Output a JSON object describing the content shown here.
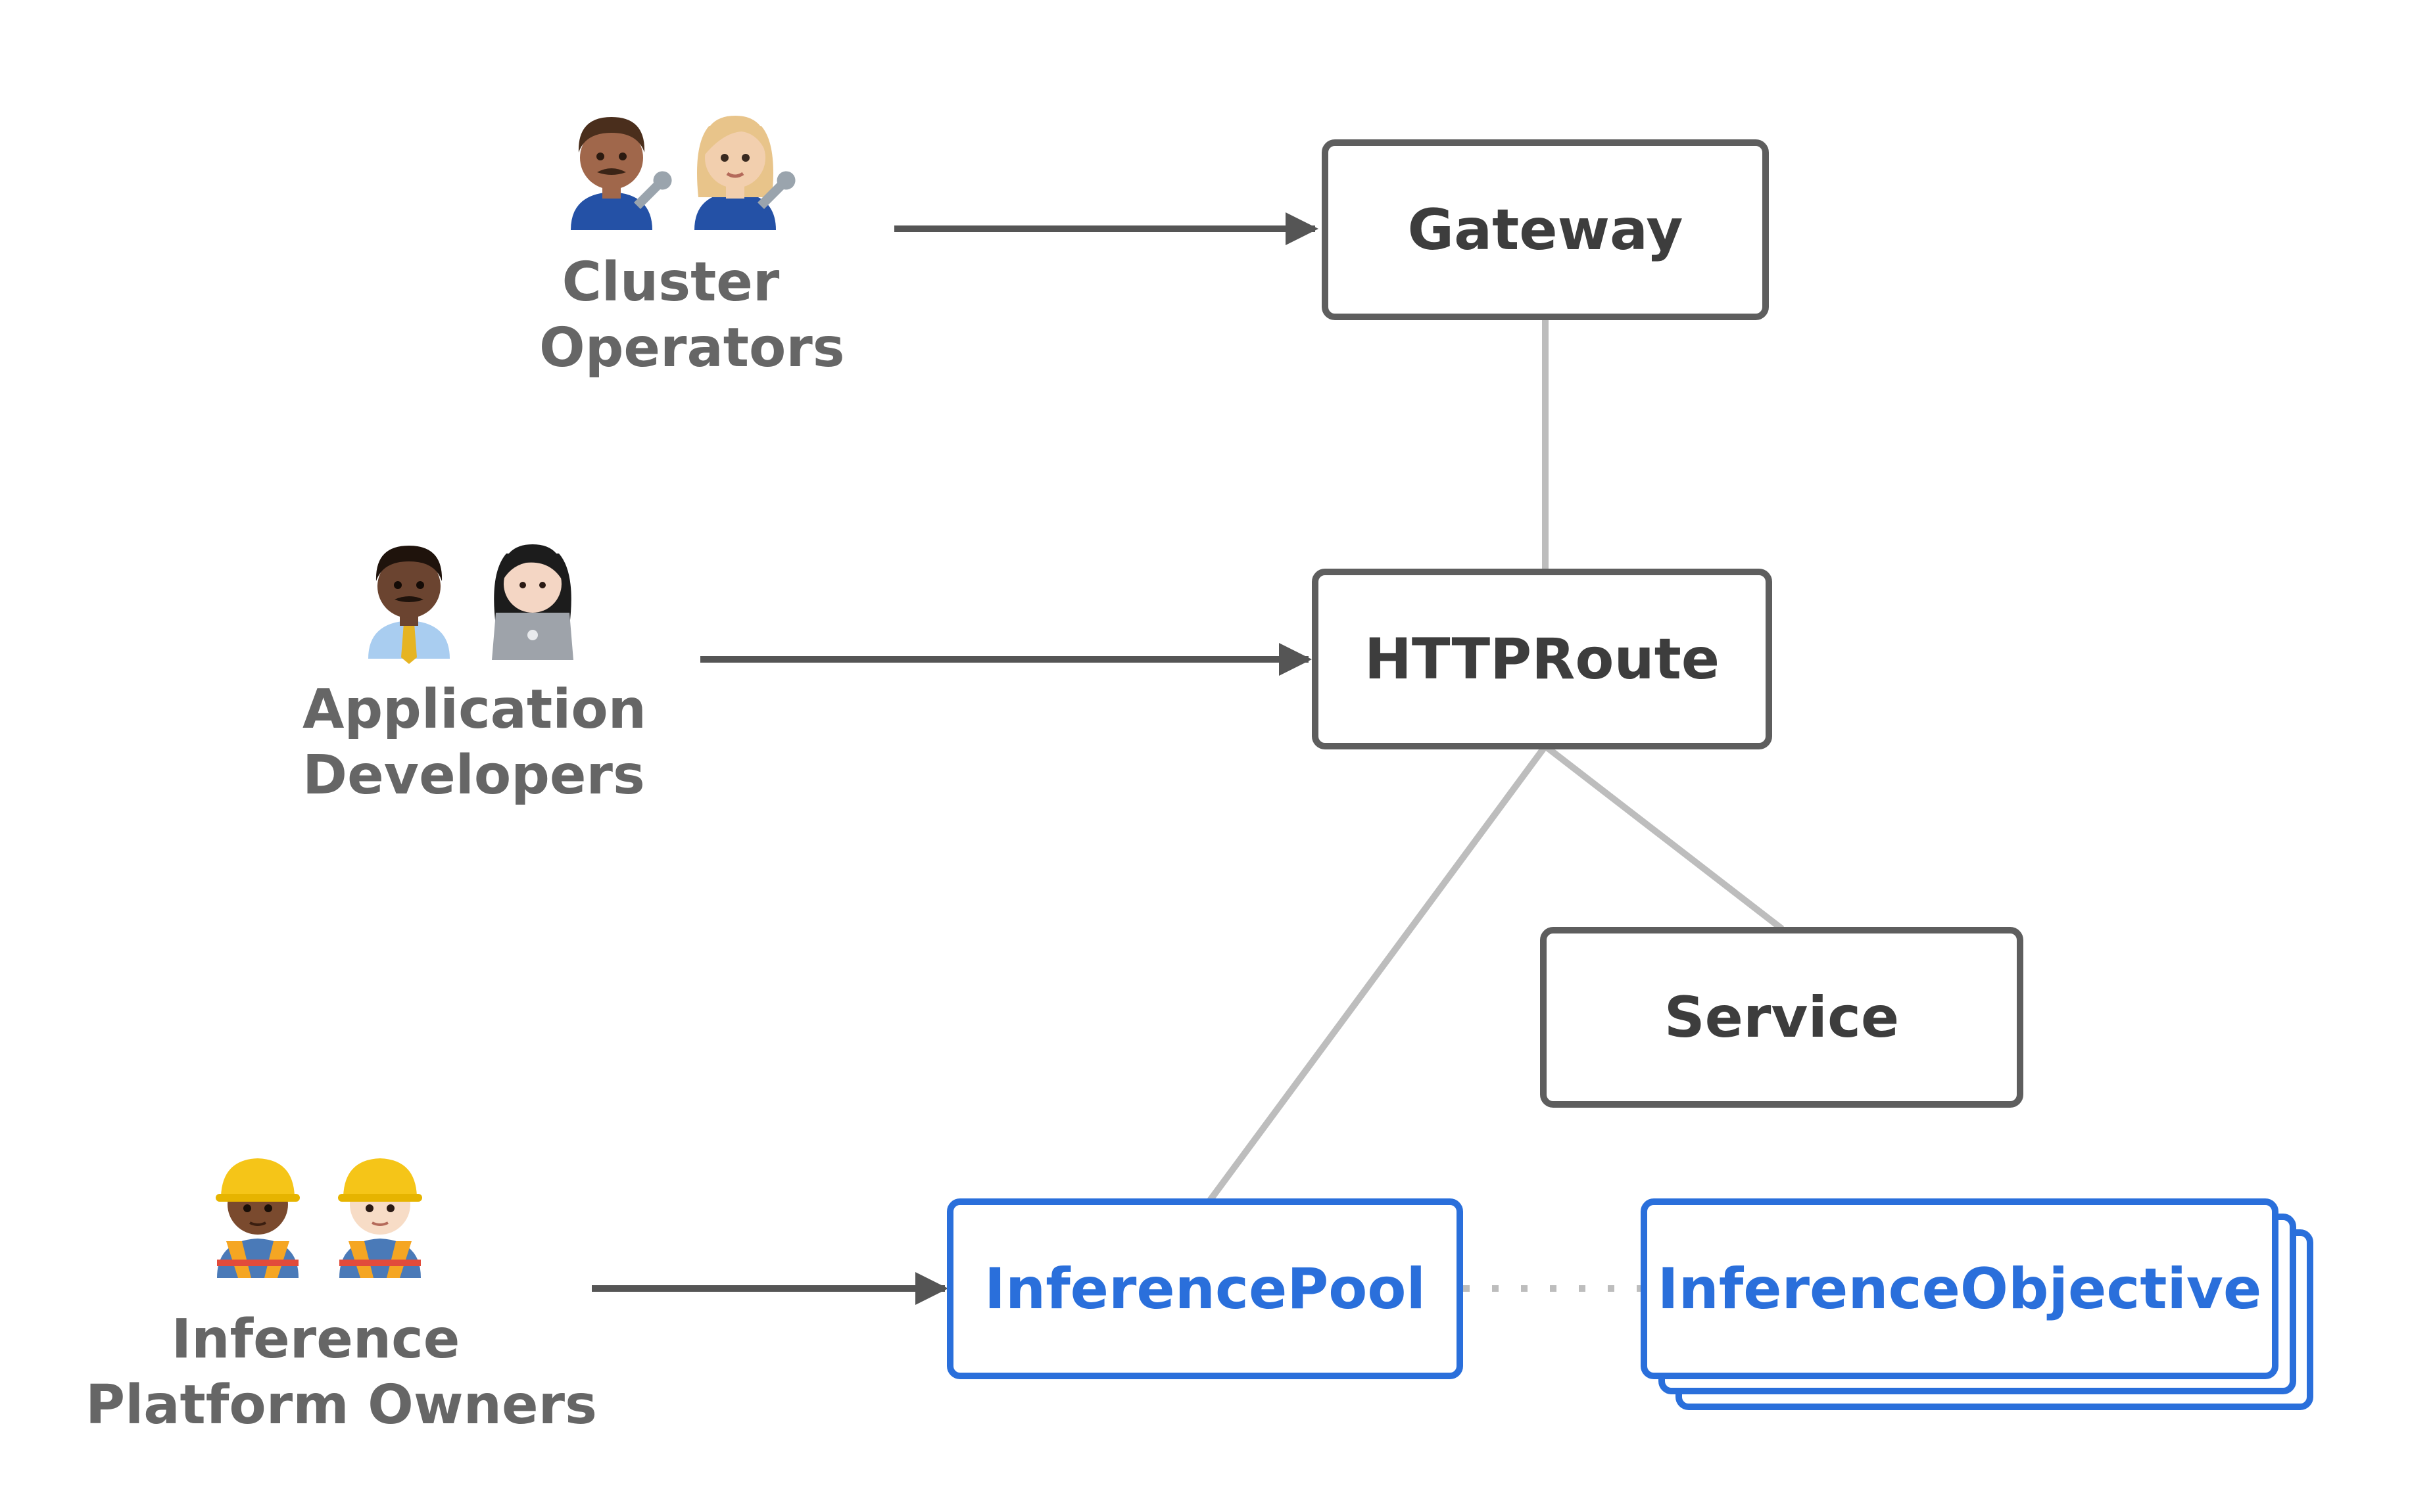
{
  "personas": {
    "cluster_operators": {
      "line1": "Cluster",
      "line2": "Operators"
    },
    "app_developers": {
      "line1": "Application",
      "line2": "Developers"
    },
    "platform_owners": {
      "line1": "Inference",
      "line2": "Platform Owners"
    }
  },
  "nodes": {
    "gateway": "Gateway",
    "httproute": "HTTPRoute",
    "service": "Service",
    "inference_pool": "InferencePool",
    "inference_objective": "InferenceObjective"
  },
  "colors": {
    "kubernetes_node_border": "#5e5e5e",
    "kubernetes_node_text": "#3d3d3d",
    "extension_node": "#2a6fdb",
    "arrow": "#555555",
    "connector": "#bdbdbd",
    "persona_label": "#666666"
  },
  "icons": {
    "cluster_operators": [
      "mechanic-man-icon",
      "mechanic-woman-icon"
    ],
    "app_developers": [
      "office-worker-man-icon",
      "technologist-woman-icon"
    ],
    "platform_owners": [
      "construction-worker-woman-icon",
      "construction-worker-man-icon"
    ]
  }
}
